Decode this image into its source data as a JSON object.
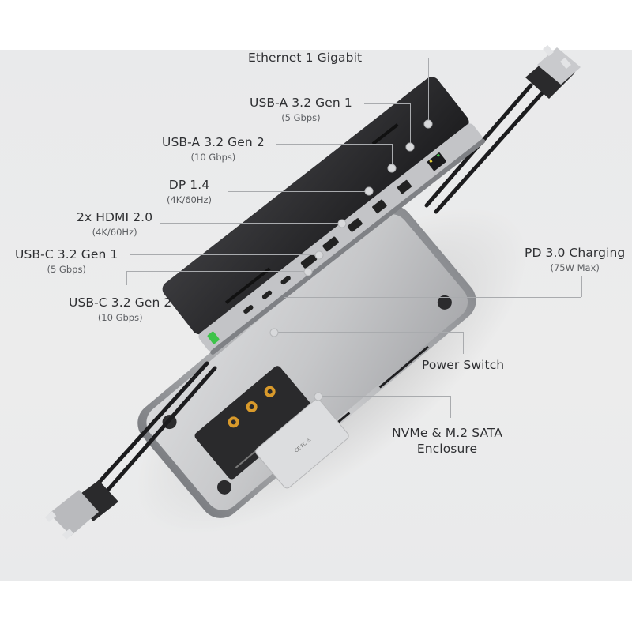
{
  "figure": {
    "type": "product-annotation",
    "subject": "USB-C docking station with NVMe enclosure",
    "colors": {
      "background": "#e9eaeb",
      "label_text": "#2f3033",
      "sub_text": "#5d5f63",
      "leader_line": "#a9abae",
      "dock_top": "#2a2a2c",
      "dock_body": "#c7c8ca",
      "brass_standoff": "#d99a2b",
      "power_led": "#3ec34a"
    }
  },
  "callouts": [
    {
      "id": "ethernet",
      "label": "Ethernet 1 Gigabit",
      "sub": ""
    },
    {
      "id": "usb-a-gen1",
      "label": "USB-A 3.2 Gen 1",
      "sub": "(5 Gbps)"
    },
    {
      "id": "usb-a-gen2",
      "label": "USB-A 3.2 Gen 2",
      "sub": "(10 Gbps)"
    },
    {
      "id": "dp",
      "label": "DP 1.4",
      "sub": "(4K/60Hz)"
    },
    {
      "id": "hdmi",
      "label": "2x HDMI 2.0",
      "sub": "(4K/60Hz)"
    },
    {
      "id": "usb-c-gen1",
      "label": "USB-C 3.2 Gen 1",
      "sub": "(5 Gbps)"
    },
    {
      "id": "usb-c-gen2",
      "label": "USB-C 3.2 Gen 2",
      "sub": "(10 Gbps)"
    },
    {
      "id": "pd",
      "label": "PD 3.0 Charging",
      "sub": "(75W Max)"
    },
    {
      "id": "power",
      "label": "Power Switch",
      "sub": ""
    },
    {
      "id": "nvme",
      "label": "NVMe & M.2 SATA",
      "sub": "Enclosure"
    }
  ]
}
